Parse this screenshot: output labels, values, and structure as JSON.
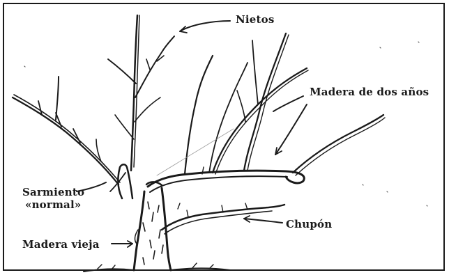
{
  "labels": {
    "nietos": "Nietos",
    "madera_dos_anos": "Madera de dos años",
    "sarmiento_line1": "Sarmiento",
    "sarmiento_line2": "«normal»",
    "chupon": "Chupón",
    "madera_vieja": "Madera vieja"
  },
  "colors": {
    "ink": "#1a1a1a",
    "paper": "#ffffff"
  }
}
